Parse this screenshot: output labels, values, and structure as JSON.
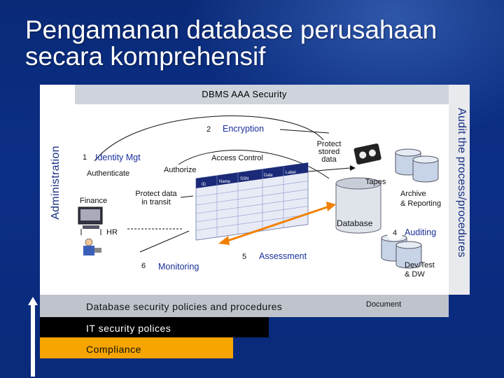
{
  "title": {
    "line1": "Pengamanan database perusahaan",
    "line2": "secara komprehensif"
  },
  "frame": {
    "top": "DBMS AAA Security",
    "left": "Administration",
    "right": "Audit the process/procedures"
  },
  "bottom": {
    "policies": "Database security policies and procedures",
    "document": "Document",
    "it_security": "IT security polices",
    "compliance": "Compliance"
  },
  "diagram": {
    "encryption": {
      "num": "2",
      "label": "Encryption"
    },
    "identity": {
      "num": "1",
      "label": "Identity Mgt"
    },
    "access_control": "Access Control",
    "authenticate": "Authenticate",
    "authorize": "Authorize",
    "protect_transit": "Protect data\nin transit",
    "finance": "Finance",
    "hr": "HR",
    "monitoring": {
      "num": "6",
      "label": "Monitoring"
    },
    "assessment": {
      "num": "5",
      "label": "Assessment"
    },
    "protect_stored": "Protect\nstored\ndata",
    "tapes": "Tapes",
    "archive": "Archive\n& Reporting",
    "database": "Database",
    "auditing": {
      "num": "4",
      "label": "Auditing"
    },
    "devtest": "Dev/Test\n& DW",
    "table_headers": [
      "ID",
      "Name",
      "SSN",
      "Date",
      "Label"
    ]
  },
  "colors": {
    "background": "#0b2f86",
    "compliance": "#f5a400",
    "label_blue": "#1a2f9a"
  }
}
